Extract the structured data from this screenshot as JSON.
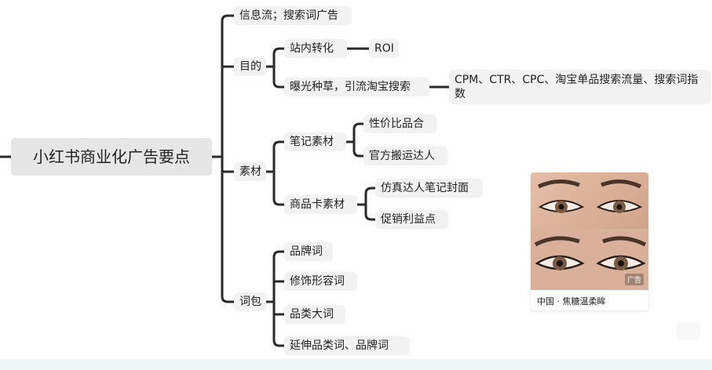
{
  "mindmap": {
    "root": "小红书商业化广告要点",
    "branch_1": {
      "label": "信息流；搜索词广告"
    },
    "branch_2": {
      "label": "目的",
      "goal_1": {
        "label": "站内转化",
        "leaf": "ROI"
      },
      "goal_2": {
        "label": "曝光种草，引流淘宝搜索",
        "leaf": "CPM、CTR、CPC、淘宝单品搜索流量、搜索词指数"
      }
    },
    "branch_3": {
      "label": "素材",
      "sub_1": {
        "label": "笔记素材",
        "leaves": [
          "性价比品合",
          "官方搬运达人"
        ]
      },
      "sub_2": {
        "label": "商品卡素材",
        "leaves": [
          "仿真达人笔记封面",
          "促销利益点"
        ]
      }
    },
    "branch_4": {
      "label": "词包",
      "leaves": [
        "品牌词",
        "修饰形容词",
        "品类大词",
        "延伸品类词、品牌词"
      ]
    }
  },
  "ad_card": {
    "image": "eye-makeup-photo",
    "badge": "广告",
    "caption": "中国 · 焦糖温柔眸"
  }
}
